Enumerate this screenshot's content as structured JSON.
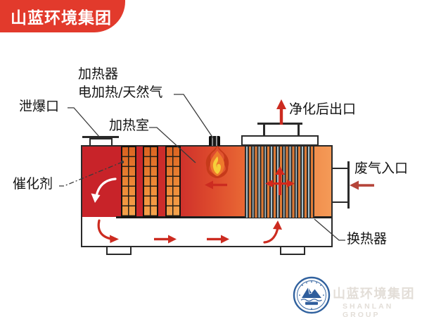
{
  "banner": {
    "text": "山蓝环境集团"
  },
  "labels": {
    "heater_title": "加热器",
    "heater_sub": "电加热/天然气",
    "explosion_vent": "泄爆口",
    "heating_chamber": "加热室",
    "purified_outlet": "净化后出口",
    "catalyst": "催化剂",
    "waste_gas_inlet": "废气入口",
    "heat_exchanger": "换热器"
  },
  "watermark": {
    "company_cn": "山蓝环境集团",
    "company_en": "SHANLAN GROUP"
  },
  "icons": {
    "flame": "flame-icon",
    "mountain_logo": "mountain-circle-logo-icon",
    "flow_arrows": "red flow direction arrows, white turn arrow"
  },
  "colors": {
    "banner_red": "#e23a2c",
    "arrow_red": "#cc2b20",
    "chamber_red": "#c82329",
    "chamber_orange": "#f49a57",
    "catalyst_orange": "#e8832f",
    "exchanger_stripe_blue": "#a6bfc9",
    "logo_blue": "#30619e",
    "watermark_gray": "#e3ded8",
    "outline_black": "#2a2a2a"
  }
}
